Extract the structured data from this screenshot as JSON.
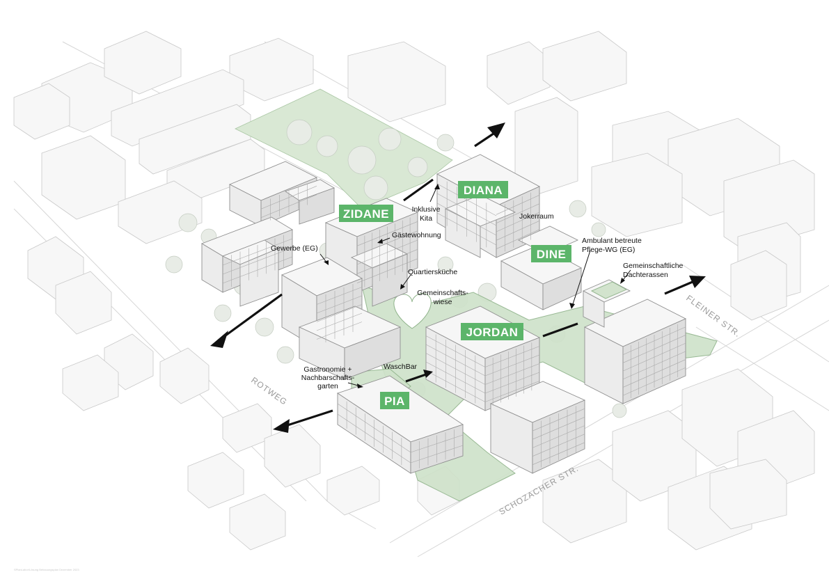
{
  "buildings": {
    "zidane": "ZIDANE",
    "diana": "DIANA",
    "dine": "DINE",
    "jordan": "JORDAN",
    "pia": "PIA"
  },
  "annotations": {
    "inklusive_kita_1": "Inklusive",
    "inklusive_kita_2": "Kita",
    "gaestewohnung": "Gästewohnung",
    "jokerraum": "Jokerraum",
    "pflege_wg_1": "Ambulant betreute",
    "pflege_wg_2": "Pflege-WG (EG)",
    "gewerbe": "Gewerbe (EG)",
    "quartierskueche": "Quartiersküche",
    "dachterassen_1": "Gemeinschaftliche",
    "dachterassen_2": "Dachterassen",
    "gemeinschaftswiese_1": "Gemeinschafts-",
    "gemeinschaftswiese_2": "wiese",
    "waschbar": "WaschBar",
    "gastronomie_1": "Gastronomie +",
    "gastronomie_2": "Nachbarschafts-",
    "gastronomie_3": "garten"
  },
  "streets": {
    "rotweg": "ROTWEG",
    "fleiner": "FLEINER STR.",
    "schozacher": "SCHOZACHER STR."
  },
  "footer": "SPlanLabor/Lösung Bebauungsplan Dezember 2023"
}
